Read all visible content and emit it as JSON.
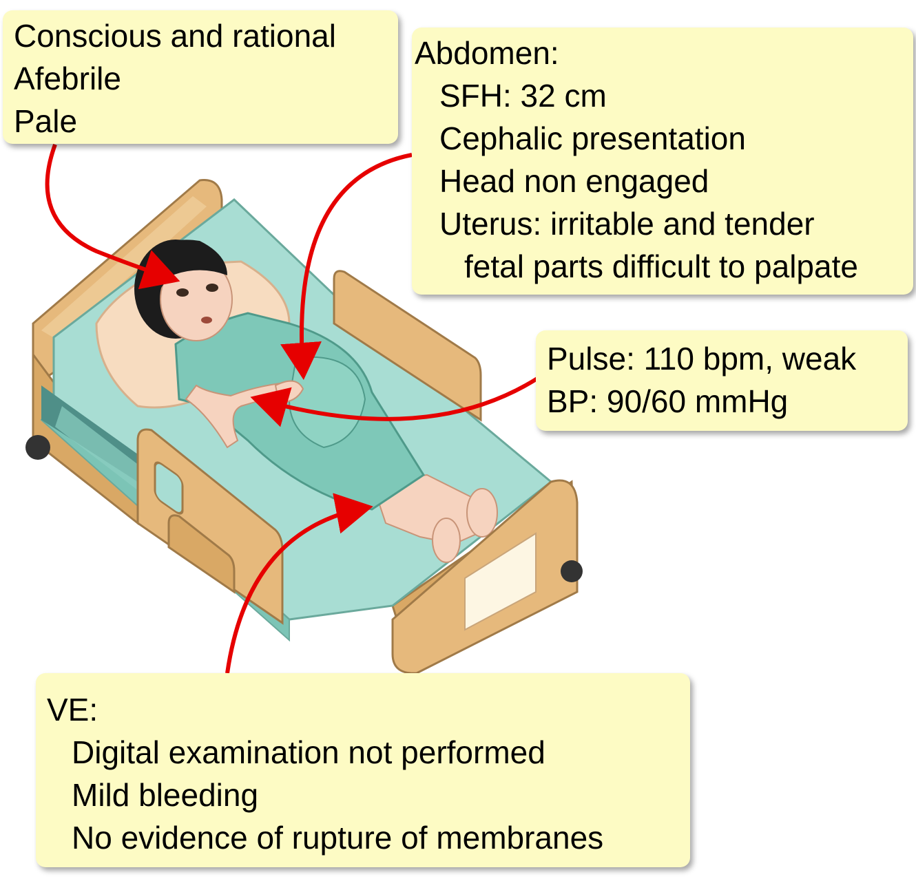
{
  "callouts": {
    "general": {
      "lines": [
        "Conscious and rational",
        "Afebrile",
        "Pale"
      ]
    },
    "abdomen": {
      "heading": "Abdomen:",
      "items": [
        "SFH: 32 cm",
        "Cephalic presentation",
        "Head non engaged",
        "Uterus: irritable and tender"
      ],
      "subitem": "fetal parts difficult to palpate"
    },
    "vitals": {
      "lines": [
        "Pulse: 110 bpm, weak",
        "BP: 90/60 mmHg"
      ]
    },
    "ve": {
      "heading": "VE:",
      "items": [
        "Digital examination not performed",
        "Mild bleeding",
        "No evidence of rupture of membranes"
      ]
    }
  },
  "colors": {
    "callout_bg": "#fdfbc4",
    "arrow": "#e60000",
    "bed_wood": "#e6b97c",
    "mattress": "#a8ddd3",
    "gown": "#7ec8b8",
    "skin": "#f6d3bf",
    "hair": "#1c1c1c"
  }
}
